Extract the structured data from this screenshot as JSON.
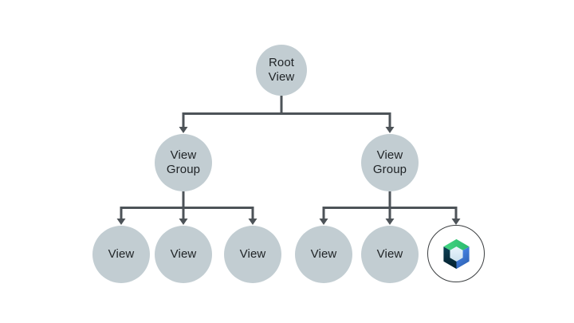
{
  "colors": {
    "page-bg": "#ffffff",
    "node-fill": "#c2cdd2",
    "node-text": "#1f2326",
    "connector": "#4d5358",
    "logo-ring": "#3b3e40",
    "logo-green-1": "#43d683",
    "logo-green-2": "#2bb96d",
    "logo-blue-1": "#4f8ef7",
    "logo-blue-2": "#2f64b5",
    "logo-navy-1": "#0e4156",
    "logo-navy-2": "#04202d",
    "logo-center-1": "#e9f4fc",
    "logo-center-2": "#cde2ef"
  },
  "diagram": {
    "type": "tree",
    "description": "View hierarchy tree: Root View with two View Group children; left group has three View leaves, right group has two View leaves and a Jetpack Compose node"
  },
  "nodes": {
    "root": {
      "label": "Root\nView"
    },
    "group_left": {
      "label": "View\nGroup"
    },
    "group_right": {
      "label": "View\nGroup"
    },
    "view_1": {
      "label": "View"
    },
    "view_2": {
      "label": "View"
    },
    "view_3": {
      "label": "View"
    },
    "view_4": {
      "label": "View"
    },
    "view_5": {
      "label": "View"
    },
    "compose": {
      "icon": "jetpack-compose-logo"
    }
  }
}
